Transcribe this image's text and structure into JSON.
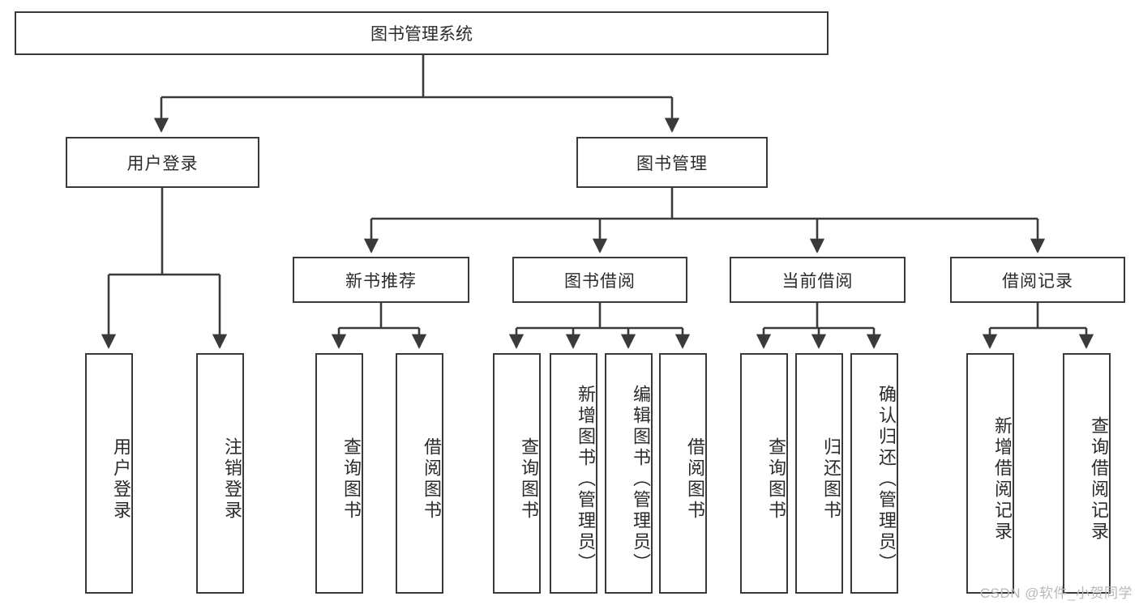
{
  "diagram": {
    "type": "tree",
    "title": "图书管理系统",
    "root": {
      "label": "图书管理系统"
    },
    "level2": [
      {
        "label": "用户登录"
      },
      {
        "label": "图书管理"
      }
    ],
    "level3": [
      {
        "label": "新书推荐"
      },
      {
        "label": "图书借阅"
      },
      {
        "label": "当前借阅"
      },
      {
        "label": "借阅记录"
      }
    ],
    "leaves": {
      "user_login": [
        {
          "label": "用户登录"
        },
        {
          "label": "注销登录"
        }
      ],
      "new_book": [
        {
          "label": "查询图书"
        },
        {
          "label": "借阅图书"
        }
      ],
      "book_borrow": [
        {
          "label": "查询图书"
        },
        {
          "label": "新增图书（管理员）"
        },
        {
          "label": "编辑图书（管理员）"
        },
        {
          "label": "借阅图书"
        }
      ],
      "current_borrow": [
        {
          "label": "查询图书"
        },
        {
          "label": "归还图书"
        },
        {
          "label": "确认归还（管理员）"
        }
      ],
      "borrow_record": [
        {
          "label": "新增借阅记录"
        },
        {
          "label": "查询借阅记录"
        }
      ]
    }
  },
  "watermark": {
    "text": "CSDN @软件_小贺同学"
  },
  "colors": {
    "stroke": "#3a3a3a",
    "fill": "#ffffff",
    "text": "#2b2b2b",
    "watermark": "#b9b9b9"
  }
}
